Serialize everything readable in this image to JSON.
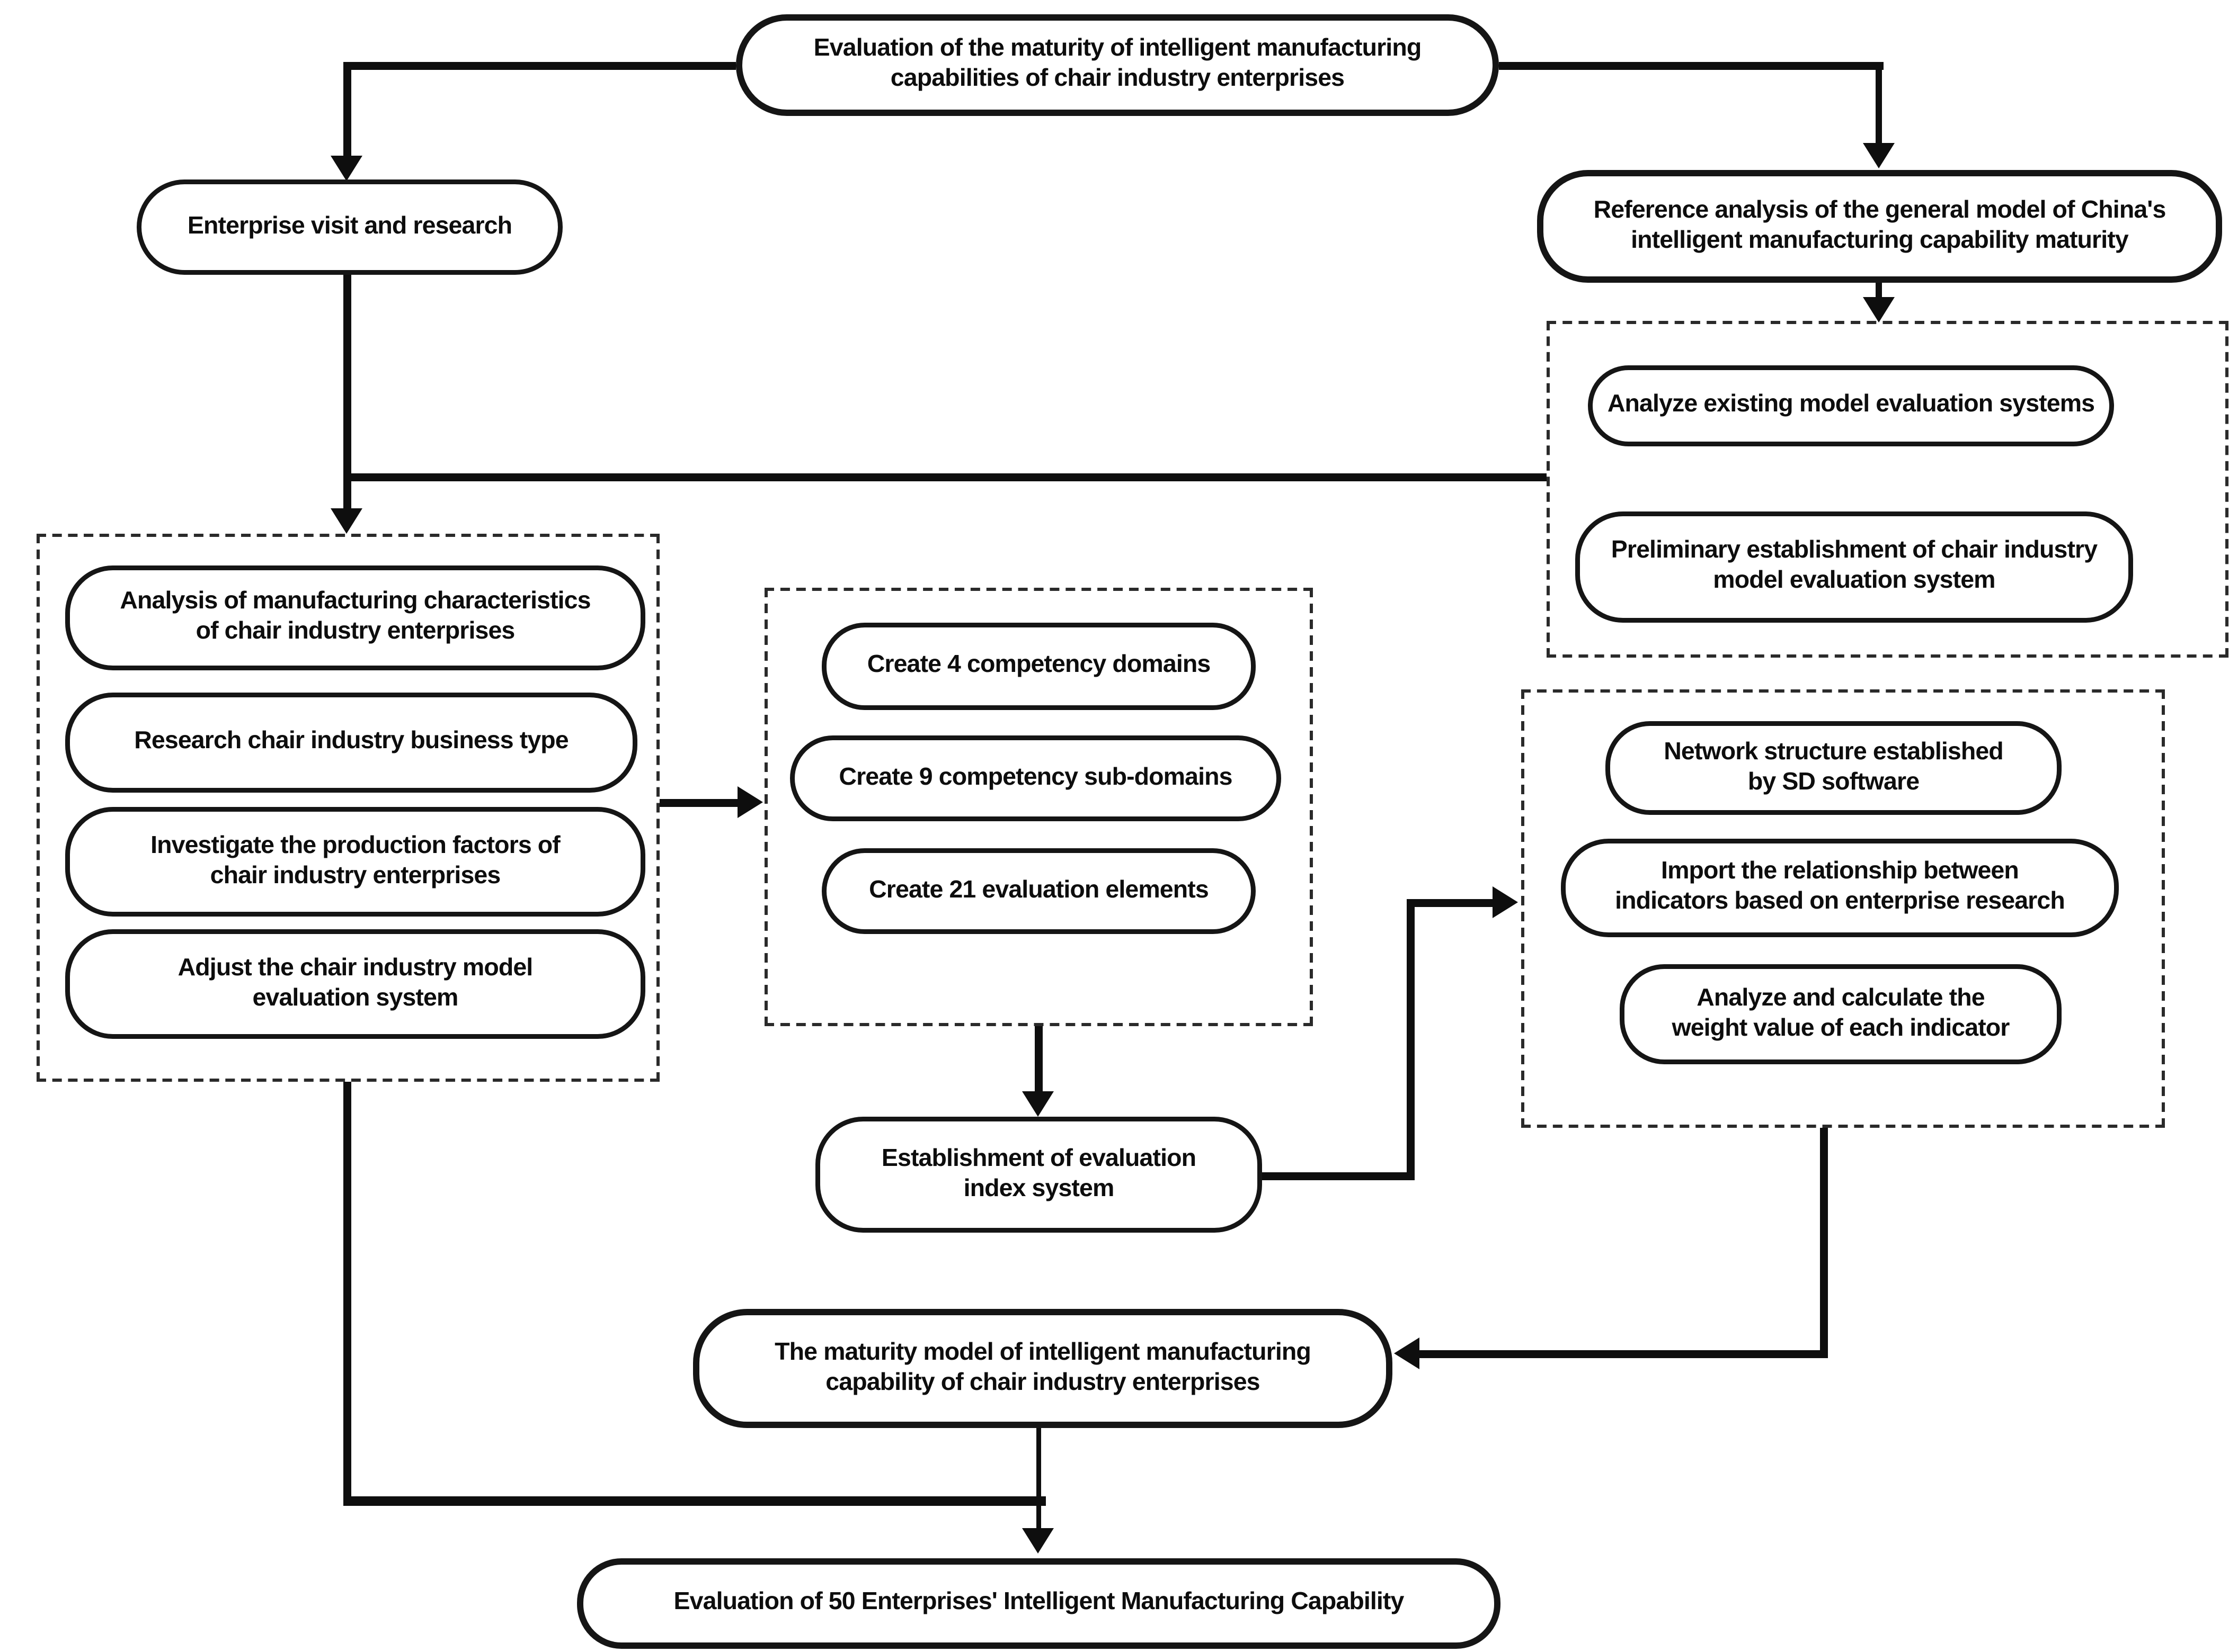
{
  "diagram": {
    "title": "Evaluation of the maturity of intelligent manufacturing\ncapabilities of chair industry enterprises",
    "nodes": {
      "enterprise_visit": "Enterprise visit and research",
      "reference_analysis": "Reference analysis of the general model of China's\nintelligent manufacturing capability maturity",
      "analyze_existing": "Analyze existing model evaluation systems",
      "preliminary_establishment": "Preliminary establishment of chair industry\nmodel evaluation system",
      "analysis_characteristics": "Analysis of manufacturing characteristics\nof chair industry enterprises",
      "research_business_type": "Research chair industry business type",
      "investigate_production": "Investigate the production factors of\nchair industry enterprises",
      "adjust_model": "Adjust the chair industry model\nevaluation system",
      "create_domains": "Create 4 competency domains",
      "create_subdomains": "Create 9 competency sub-domains",
      "create_elements": "Create 21 evaluation elements",
      "establishment_index": "Establishment of evaluation\nindex system",
      "network_structure": "Network structure established\nby SD software",
      "import_relationship": "Import the relationship between\nindicators based on enterprise research",
      "analyze_weight": "Analyze and calculate the\nweight value of each indicator",
      "maturity_model": "The maturity model of intelligent manufacturing\ncapability of chair industry enterprises",
      "evaluation_50": "Evaluation of 50 Enterprises' Intelligent Manufacturing Capability"
    },
    "colors": {
      "line": "#0e0e0e",
      "box_border": "#151515",
      "dashed_border": "#2a2a2a",
      "background": "#ffffff",
      "text": "#0d0d0d"
    }
  }
}
